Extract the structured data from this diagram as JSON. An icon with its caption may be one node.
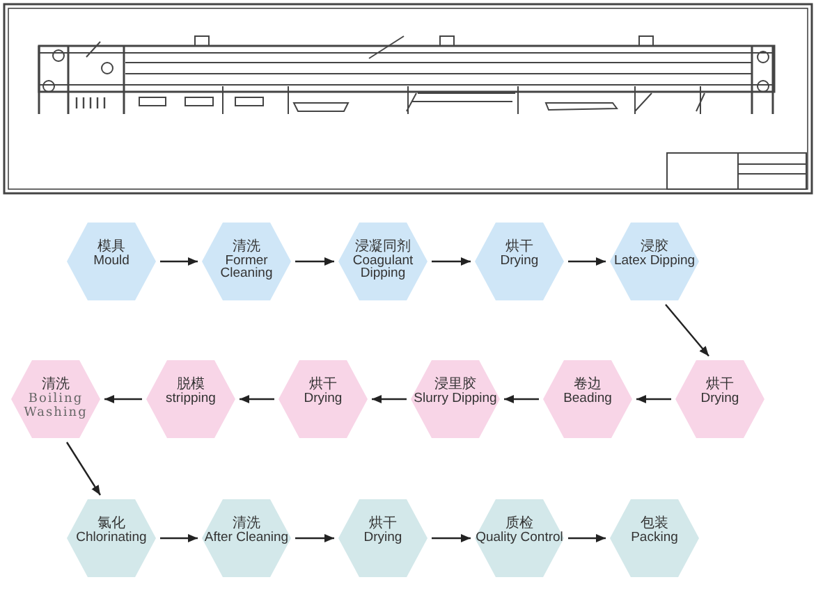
{
  "diagram": {
    "nodes": [
      {
        "text": [
          "模具",
          "Mould"
        ]
      },
      {
        "text": [
          "清洗",
          "Former Cleaning"
        ]
      },
      {
        "text": [
          "浸凝同剂",
          "Coagulant Dipping"
        ]
      },
      {
        "text": [
          "烘干",
          "Drying"
        ]
      },
      {
        "text": [
          "浸胶",
          "Latex Dipping"
        ]
      },
      {
        "text": [
          "烘干",
          "Drying"
        ]
      },
      {
        "text": [
          "卷边",
          "Beading"
        ]
      },
      {
        "text": [
          "浸里胶",
          "Slurry Dipping"
        ]
      },
      {
        "text": [
          "烘干",
          "Drying"
        ]
      },
      {
        "text": [
          "脱模",
          "stripping"
        ]
      },
      {
        "text": [
          "清洗",
          "Boiling Washing"
        ]
      },
      {
        "text": [
          "氯化",
          "Chlorinating"
        ]
      },
      {
        "text": [
          "清洗",
          "After Cleaning"
        ]
      },
      {
        "text": [
          "烘干",
          "Drying"
        ]
      },
      {
        "text": [
          "质检",
          "Quality Control"
        ]
      },
      {
        "text": [
          "包装",
          "Packing"
        ]
      }
    ],
    "edges": [
      {
        "from": 0,
        "to": 1,
        "arrow": "to"
      },
      {
        "from": 1,
        "to": 2,
        "arrow": "to"
      },
      {
        "from": 2,
        "to": 3,
        "arrow": "to"
      },
      {
        "from": 3,
        "to": 4,
        "arrow": "to"
      },
      {
        "from": 4,
        "to": 5,
        "arrow": "to"
      },
      {
        "from": 5,
        "to": 6,
        "arrow": "to"
      },
      {
        "from": 6,
        "to": 7,
        "arrow": "to"
      },
      {
        "from": 7,
        "to": 8,
        "arrow": "to"
      },
      {
        "from": 8,
        "to": 9,
        "arrow": "to"
      },
      {
        "from": 9,
        "to": 10,
        "arrow": "to"
      },
      {
        "from": 10,
        "to": 11,
        "arrow": "to"
      },
      {
        "from": 11,
        "to": 12,
        "arrow": "to"
      },
      {
        "from": 12,
        "to": 13,
        "arrow": "to"
      },
      {
        "from": 13,
        "to": 14,
        "arrow": "to"
      },
      {
        "from": 14,
        "to": 15,
        "arrow": "to"
      }
    ]
  }
}
